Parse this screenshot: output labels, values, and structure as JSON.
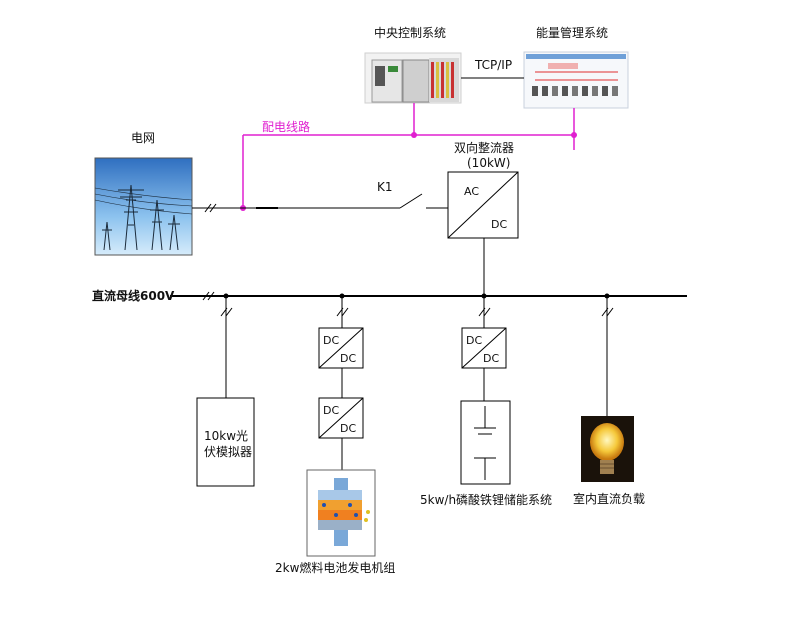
{
  "labels": {
    "central_control": "中央控制系统",
    "energy_mgmt": "能量管理系统",
    "tcp_ip": "TCP/IP",
    "distribution_line": "配电线路",
    "grid": "电网",
    "bidir_converter_name": "双向整流器",
    "bidir_converter_power": "(10kW)",
    "k1": "K1",
    "dc_bus": "直流母线600V",
    "pv_line1": "10kw光",
    "pv_line2": "伏模拟器",
    "fuel_cell": "2kw燃料电池发电机组",
    "storage": "5kw/h磷酸铁锂储能系统",
    "indoor_load": "室内直流负载"
  },
  "converters": {
    "ac": "AC",
    "dc": "DC"
  },
  "colors": {
    "line": "#000000",
    "distribution": "#e020d0",
    "grid_sky": "#7fb6e8"
  }
}
